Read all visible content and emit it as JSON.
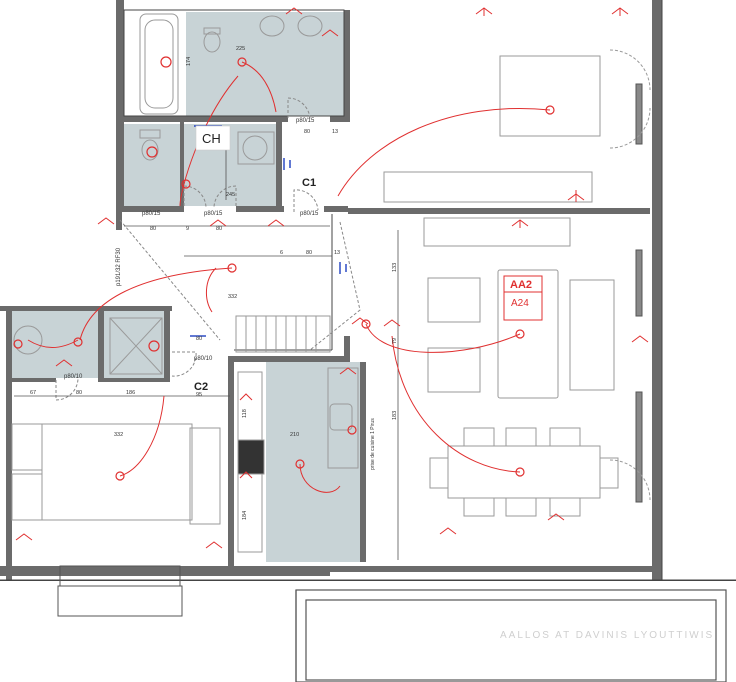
{
  "colors": {
    "wall": "#6b6b6b",
    "wall_dark": "#4a4a4a",
    "tile": "#c8d3d6",
    "furniture": "#9a9a9a",
    "electric": "#e03030",
    "text": "#222222",
    "accent_blue": "#2040c0"
  },
  "rooms": {
    "ch": "CH",
    "c1": "C1",
    "c2": "C2",
    "aa2": "AA2",
    "a24": "A24"
  },
  "door_labels": {
    "d1": "p80/15",
    "d2": "p80/15",
    "d3": "p80/15",
    "d4": "p80/15",
    "d5": "p80/10",
    "d6": "p80/10",
    "d7": "p191/32 RF30"
  },
  "dimensions": {
    "bath_w": "225",
    "bath_h": "174",
    "wc_w": "245",
    "c1_w": "80",
    "c1_b": "13",
    "hall_a": "80",
    "hall_b": "9",
    "hall_c": "80",
    "hall_d": "6",
    "hall_e": "80",
    "hall_f": "13",
    "hall_diag": "332",
    "c2_a": "80",
    "c2_b": "95",
    "room_a": "67",
    "room_b": "80",
    "room_c": "186",
    "room_w": "332",
    "kitchen_w": "210",
    "kitchen_v": "118",
    "kitchen_v2": "184",
    "living_h": "133",
    "living_b": "79",
    "living_h2": "183"
  },
  "annotations": {
    "kitchen_note": "prise de cuisine 1 Pirus",
    "balcony_text": "AALLOS AT   DAVINIS LYOUTTIWIS"
  },
  "icons": [
    "socket-icon",
    "light-point-icon",
    "switch-icon",
    "radiator-icon"
  ]
}
